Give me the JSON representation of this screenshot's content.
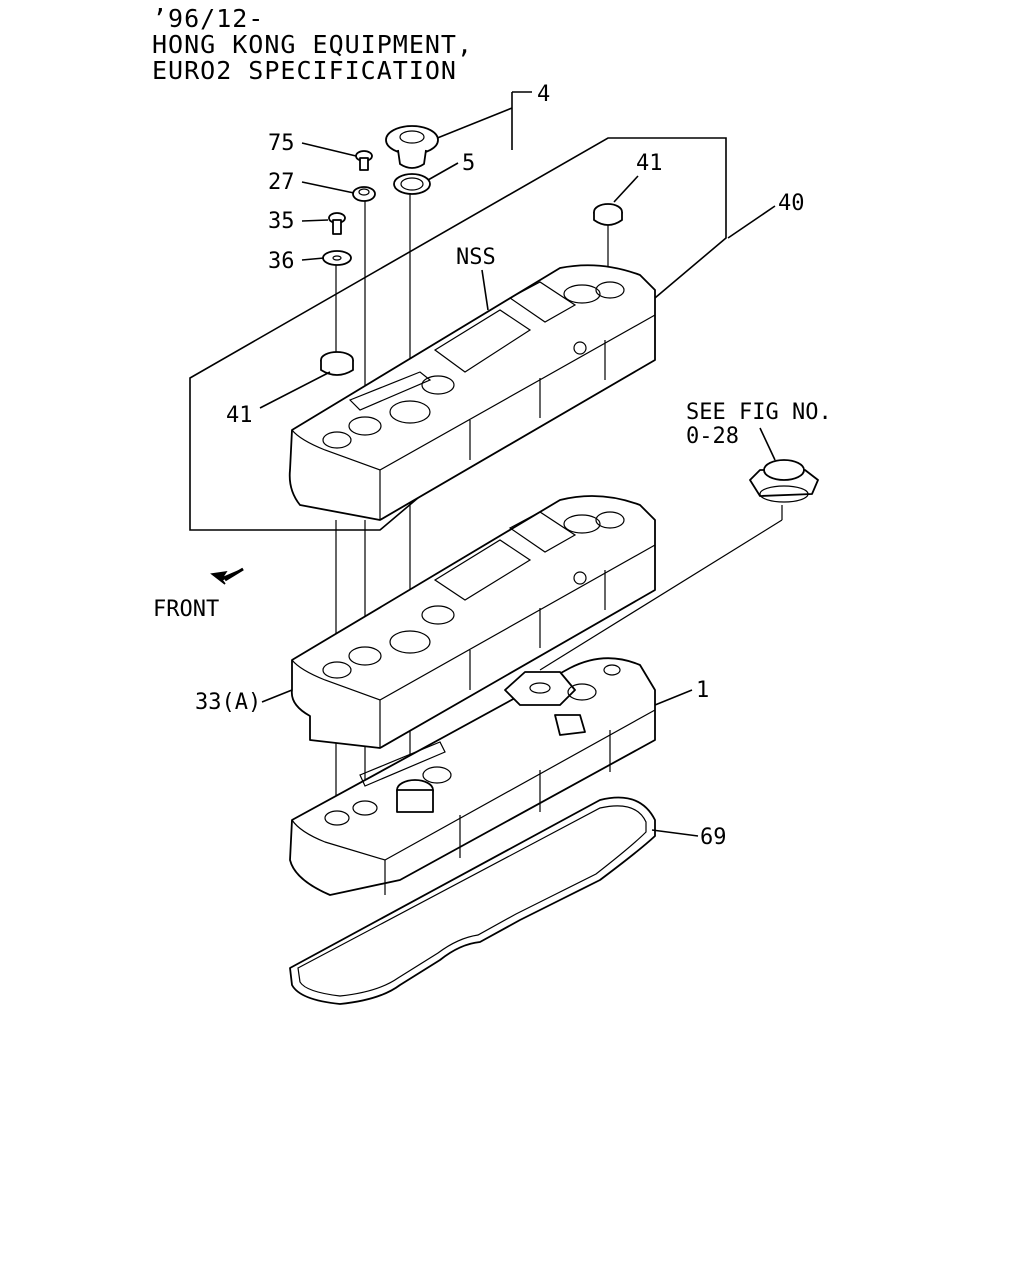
{
  "header": {
    "line1": "’96/12-",
    "line2": "HONG KONG EQUIPMENT,",
    "line3": "EURO2 SPECIFICATION"
  },
  "callouts": {
    "c4": "4",
    "c5": "5",
    "c75": "75",
    "c27": "27",
    "c35": "35",
    "c36": "36",
    "c41_top": "41",
    "c40": "40",
    "c41_left": "41",
    "nss": "NSS",
    "see_fig_1": "SEE FIG NO.",
    "see_fig_2": "0-28",
    "front": "FRONT",
    "c33a": "33(A)",
    "c1": "1",
    "c69": "69"
  }
}
